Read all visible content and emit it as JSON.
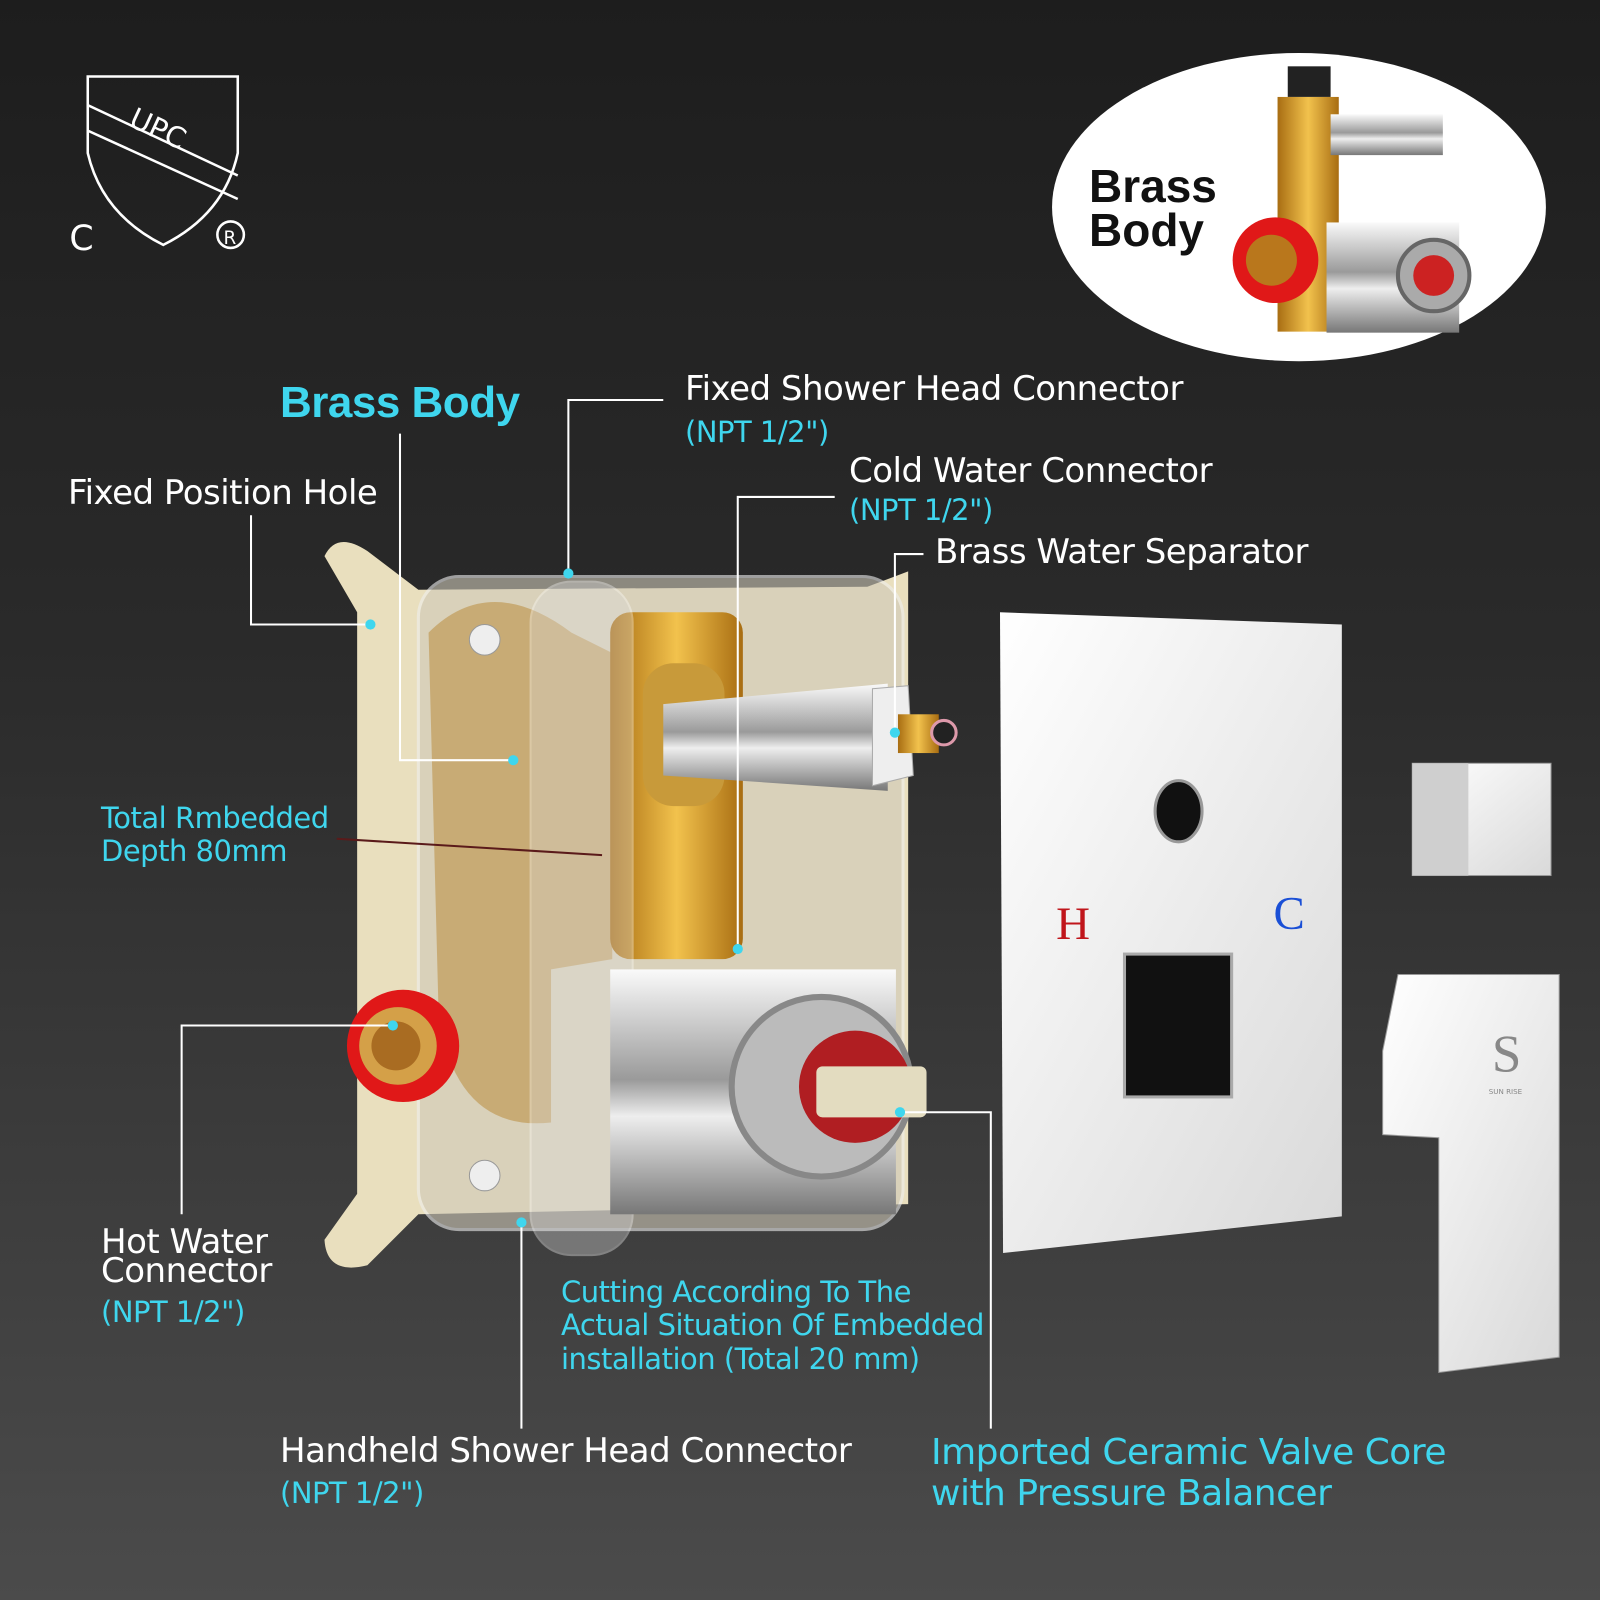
{
  "certification": {
    "logo_text": "UPC",
    "c_mark": "C",
    "registered": "®"
  },
  "inset": {
    "label_line1": "Brass",
    "label_line2": "Body"
  },
  "labels": {
    "brass_body": "Brass Body",
    "fixed_shower_head": "Fixed Shower Head Connector",
    "fixed_shower_head_spec": "(NPT 1/2\")",
    "cold_water": "Cold Water Connector",
    "cold_water_spec": "(NPT 1/2\")",
    "brass_separator": "Brass Water Separator",
    "fixed_position_hole": "Fixed Position Hole",
    "depth_line1": "Total Rmbedded",
    "depth_line2": "Depth 80mm",
    "hot_water_line1": "Hot Water",
    "hot_water_line2": "Connector",
    "hot_water_spec": "(NPT 1/2\")",
    "cutting_line1": "Cutting According To The",
    "cutting_line2": "Actual Situation Of Embedded",
    "cutting_line3": "installation (Total 20 mm)",
    "handheld": "Handheld Shower Head Connector",
    "handheld_spec": "(NPT 1/2\")",
    "ceramic_line1": "Imported Ceramic Valve Core",
    "ceramic_line2": "with Pressure Balancer"
  },
  "trim": {
    "hot_mark": "H",
    "cold_mark": "C",
    "brand": "SUN RISE"
  },
  "colors": {
    "accent": "#3fd6ee",
    "hot": "#c0151b",
    "cold": "#1a4fd6"
  }
}
